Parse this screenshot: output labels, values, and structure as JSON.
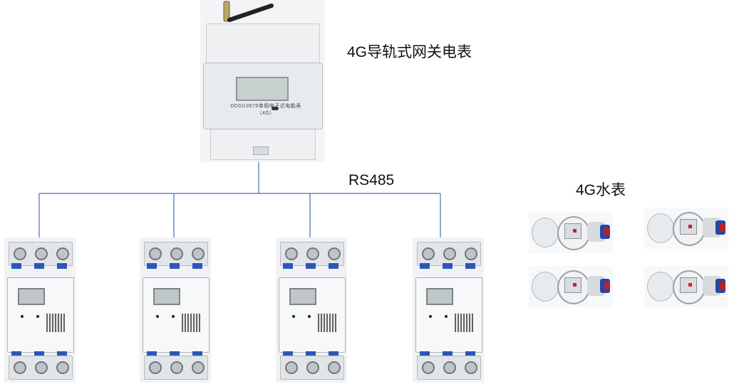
{
  "labels": {
    "gateway": "4G导轨式网关电表",
    "bus": "RS485",
    "water": "4G水表"
  },
  "gateway_meter": {
    "model_text": "DDSU3579单相电子式电能表（4G）"
  },
  "sub_meters": [
    {
      "id": "sub-meter-1"
    },
    {
      "id": "sub-meter-2"
    },
    {
      "id": "sub-meter-3"
    },
    {
      "id": "sub-meter-4"
    }
  ],
  "water_meters": [
    {
      "id": "water-meter-1"
    },
    {
      "id": "water-meter-2"
    },
    {
      "id": "water-meter-3"
    },
    {
      "id": "water-meter-4"
    }
  ],
  "colors": {
    "wire": "#4a6fb5",
    "terminal_blue": "#2c56b8",
    "valve_red": "#c8242b"
  }
}
